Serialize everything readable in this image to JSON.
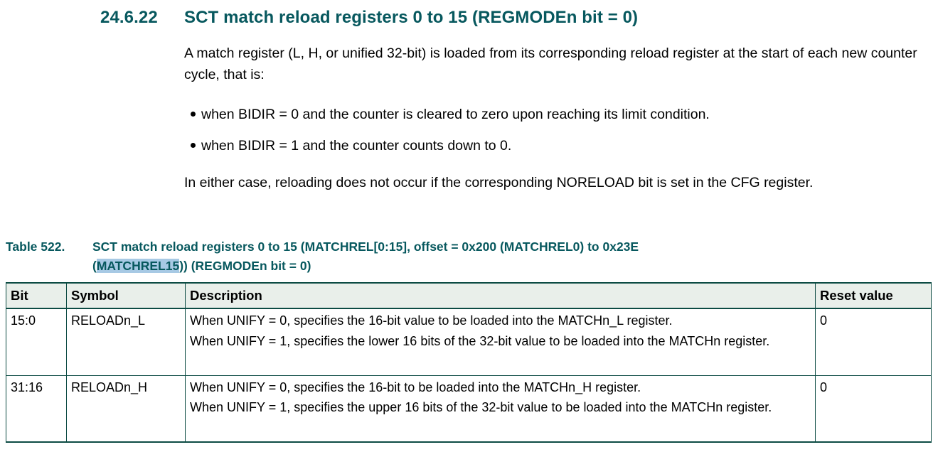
{
  "colors": {
    "heading_teal": "#07585E",
    "table_border_teal": "#0C4B43",
    "table_header_bg": "#E9EFEA",
    "search_highlight_bg": "#A7C9E4"
  },
  "section": {
    "number": "24.6.22",
    "title": "SCT match reload registers 0 to 15 (REGMODEn bit = 0)"
  },
  "content": {
    "paragraph_1": "A match register (L, H, or unified 32-bit) is loaded from its corresponding reload register at the start of each new counter cycle, that is:",
    "bullets": [
      "when BIDIR = 0 and the counter is cleared to zero upon reaching its limit condition.",
      "when BIDIR = 1 and the counter counts down to 0."
    ],
    "paragraph_2": "In either case, reloading does not occur if the corresponding NORELOAD bit is set in the CFG register."
  },
  "caption": {
    "label": "Table 522.",
    "line1": "SCT match reload registers 0 to 15 (MATCHREL[0:15], offset = 0x200 (MATCHREL0) to 0x23E",
    "line2_open": "(",
    "line2_highlight": "MATCHREL15",
    "line2_rest": ")) (REGMODEn bit = 0)"
  },
  "table": {
    "headers": [
      "Bit",
      "Symbol",
      "Description",
      "Reset value"
    ],
    "rows": [
      {
        "bit": "15:0",
        "symbol": "RELOADn_L",
        "description": [
          "When UNIFY = 0, specifies the 16-bit value to be loaded into the MATCHn_L register.",
          "When UNIFY = 1, specifies the lower 16 bits of the 32-bit value to be loaded into the MATCHn register."
        ],
        "reset_value": "0"
      },
      {
        "bit": "31:16",
        "symbol": "RELOADn_H",
        "description": [
          "When UNIFY = 0, specifies the 16-bit to be loaded into the MATCHn_H register.",
          "When UNIFY = 1, specifies the upper 16 bits of the 32-bit value to be loaded into the MATCHn register."
        ],
        "reset_value": "0"
      }
    ]
  }
}
